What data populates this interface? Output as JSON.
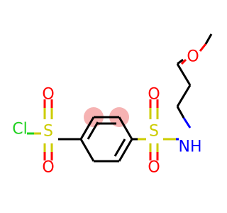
{
  "molecule": {
    "atoms": {
      "cl": "Cl",
      "s1": "S",
      "s2": "S",
      "o1": "O",
      "o2": "O",
      "o3": "O",
      "o4": "O",
      "n": "NH",
      "o_ether": "O"
    },
    "colors": {
      "bond": "#000000",
      "chlorine": "#1fd01f",
      "sulfur": "#cccc00",
      "oxygen": "#ff0000",
      "nitrogen": "#0000ff",
      "highlight": "#f4a6a6"
    }
  }
}
